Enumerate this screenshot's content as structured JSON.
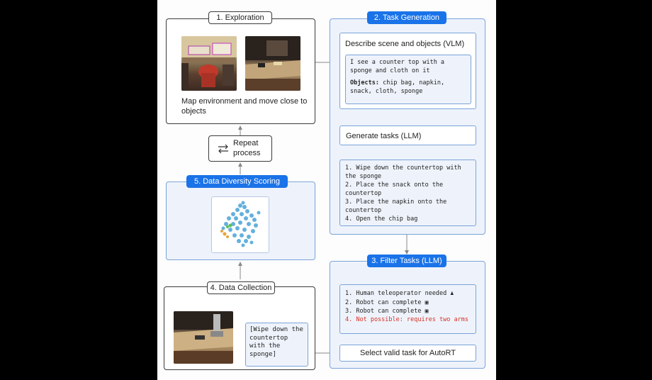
{
  "exploration": {
    "title": "1. Exploration",
    "caption": "Map environment and move close to objects"
  },
  "repeat": {
    "label": "Repeat process"
  },
  "task_generation": {
    "title": "2. Task Generation",
    "describe_label": "Describe scene and objects (VLM)",
    "scene_line": "I see a counter top with a sponge and cloth on it",
    "objects_key": "Objects:",
    "objects_val": "chip bag, napkin, snack, cloth, sponge",
    "generate_label": "Generate tasks (LLM)",
    "tasks": [
      "1. Wipe down the countertop with the sponge",
      "2. Place the snack onto the countertop",
      "3. Place the napkin onto the countertop",
      "4. Open the chip bag"
    ]
  },
  "filter": {
    "title": "3. Filter Tasks (LLM)",
    "items": [
      "1. Human teleoperator needed",
      "2. Robot can complete",
      "3. Robot can complete",
      "4. Not possible: requires two arms"
    ],
    "select_label": "Select valid task for AutoRT"
  },
  "collection": {
    "title": "4. Data Collection",
    "task_text": "[Wipe down the countertop with the sponge]"
  },
  "diversity": {
    "title": "5. Data Diversity Scoring"
  },
  "colors": {
    "accent": "#1a73e8",
    "panel": "#eef3fb",
    "border": "#7aa3d8",
    "warning": "#d93025"
  }
}
